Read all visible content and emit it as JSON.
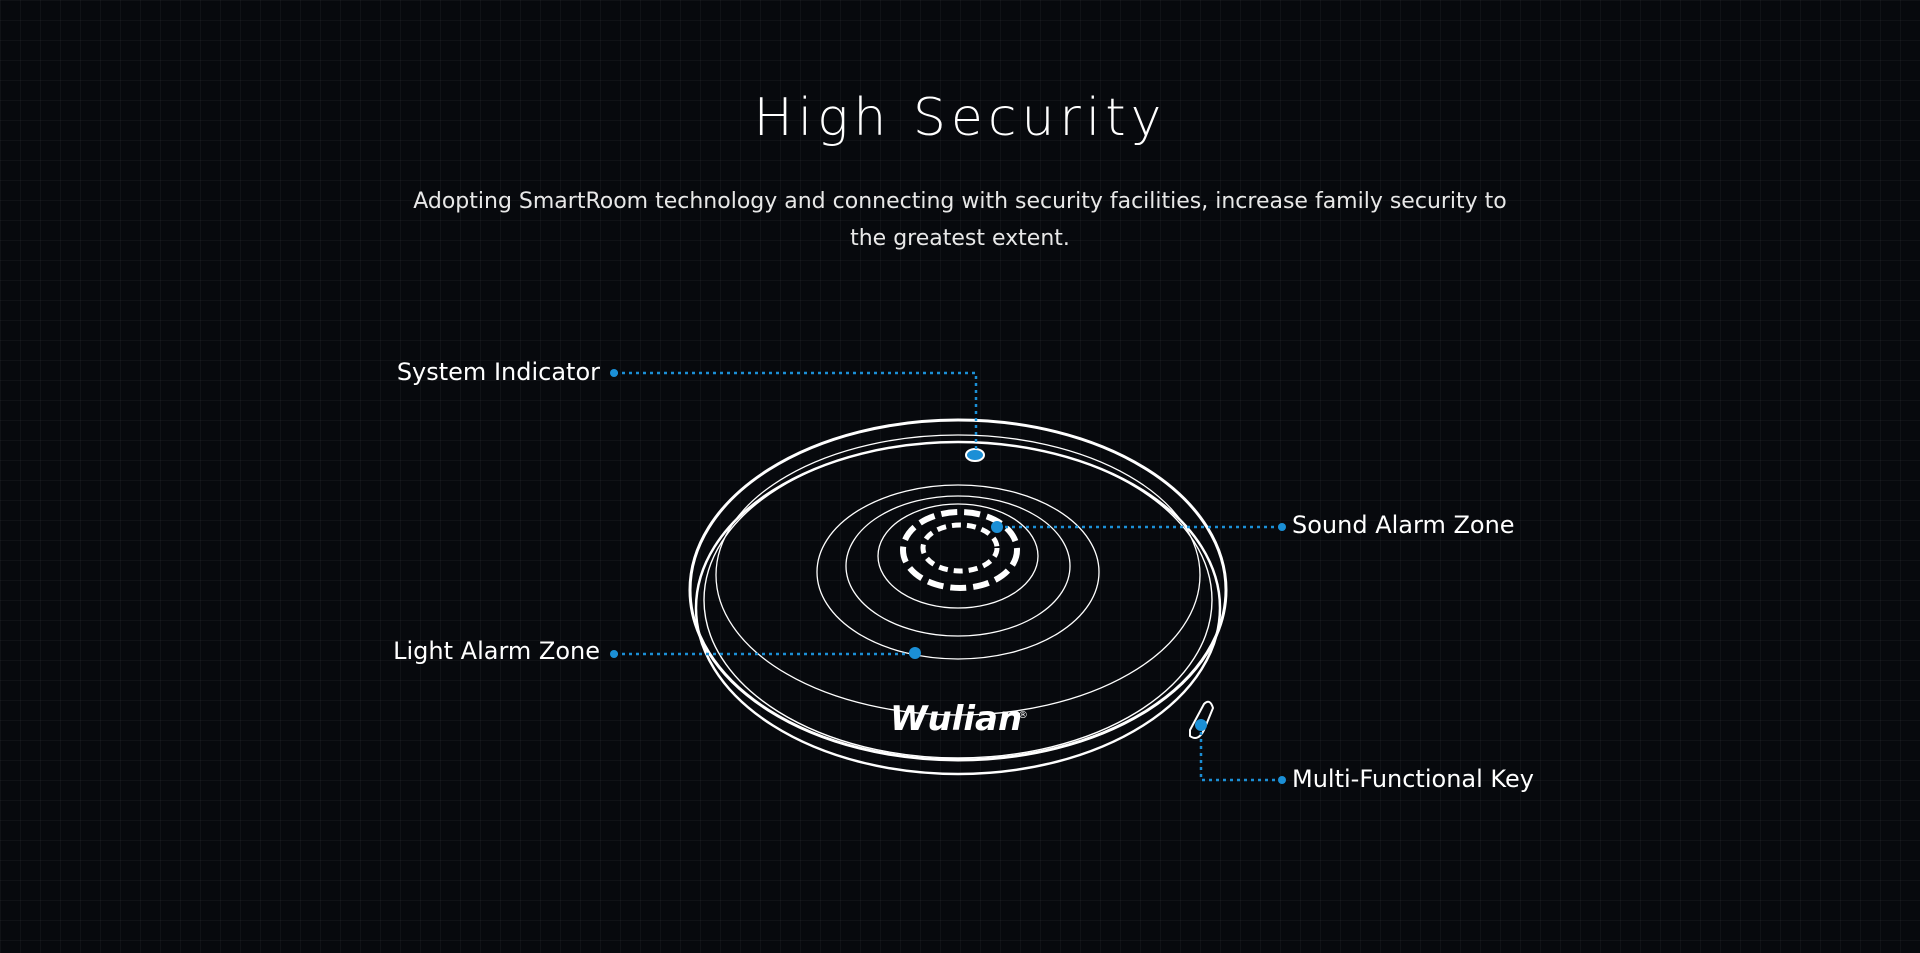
{
  "header": {
    "title": "High Security",
    "subtitle": "Adopting SmartRoom technology and connecting with security facilities, increase family security to the greatest extent."
  },
  "callouts": {
    "system_indicator": "System Indicator",
    "sound_alarm_zone": "Sound Alarm Zone",
    "light_alarm_zone": "Light Alarm Zone",
    "multi_functional_key": "Multi-Functional Key"
  },
  "device": {
    "brand": "Wulian",
    "registered_mark": "®"
  },
  "colors": {
    "background": "#07090d",
    "accent": "#1b8fd6",
    "text": "#ffffff"
  }
}
